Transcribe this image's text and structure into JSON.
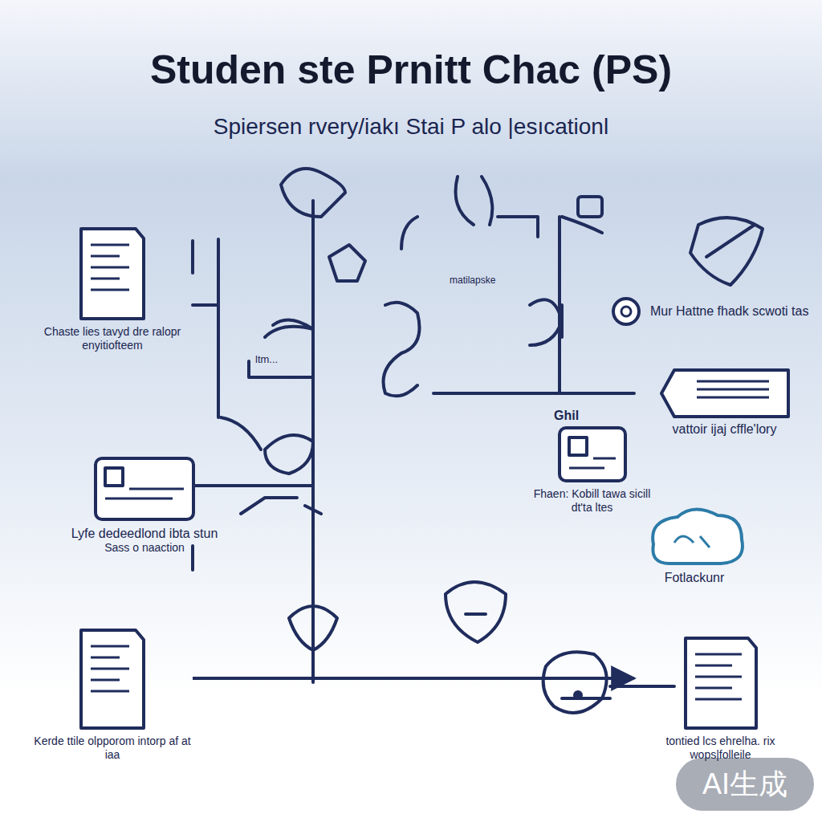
{
  "diagram": {
    "title": "Studen ste Prnitt Chac (PS)",
    "nodes": [
      {
        "text": [
          "Chaste lies tavyd dre ralopr enyitiofteem"
        ]
      },
      {
        "text": [
          "Lyfe dedeedlond ibta stun",
          "Sass o naaction"
        ]
      },
      {
        "text": [
          "Kerde ttile olpporom intorp af at iaa"
        ]
      },
      {
        "text": [
          "vattoir ijaj cffle'lory"
        ]
      },
      {
        "text": [
          "Ghil",
          "Fhaen: Kobill tawa sicill dt'ta ltes"
        ]
      },
      {
        "text": [
          "tontied lcs ehrelha. rix wops|folleile"
        ]
      },
      {
        "text": [
          "Mur Hattne fhadk scwoti tas"
        ]
      },
      {
        "text": [
          "Fotlackunr"
        ]
      }
    ],
    "edges": [
      {
        "from": 2,
        "to": 5,
        "arrow": "to"
      }
    ],
    "labels": [
      "Spiersen rvery/iakı Stai P alo |esıcationl",
      "matilapske",
      "ltm...",
      "AI生成"
    ]
  }
}
